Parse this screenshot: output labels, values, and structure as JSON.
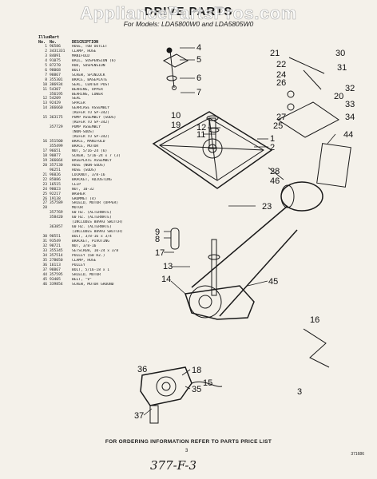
{
  "watermark": "AppliancePartsPros.com",
  "title": "DRIVE PARTS",
  "subtitle": "For Models: LDA5800W0 and LDA5805W0",
  "table": {
    "header": {
      "ill": "Illus.\nNo.",
      "part": "Part\nNo.",
      "desc": "DESCRIPTION"
    },
    "rows": [
      {
        "n": "1",
        "p": "96586",
        "d": "HOSE, TUB OUTLET"
      },
      {
        "n": "2",
        "p": "3431331",
        "d": "CLAMP, HOSE"
      },
      {
        "n": "3",
        "p": "84091",
        "d": "MANIFOLD"
      },
      {
        "n": "4",
        "p": "91075",
        "d": "BALL, SUSPENSION (6)"
      },
      {
        "n": "5",
        "p": "87270",
        "d": "ROD, SUSPENSION"
      },
      {
        "n": "6",
        "p": "98068",
        "d": "BOLT"
      },
      {
        "n": "7",
        "p": "98867",
        "d": "SCREW, SPINLOCK"
      },
      {
        "n": "8",
        "p": "355301",
        "d": "BRACE, BASEPLATE"
      },
      {
        "n": "10",
        "p": "386934",
        "d": "SEAL, CENTER POST"
      },
      {
        "n": "11",
        "p": "54307",
        "d": "BEARING, UPPER"
      },
      {
        "n": "",
        "p": "356195",
        "d": "BEARING, LOWER"
      },
      {
        "n": "12",
        "p": "54209",
        "d": "SEAL"
      },
      {
        "n": "13",
        "p": "92429",
        "d": "SPACER"
      },
      {
        "n": "14",
        "p": "366660",
        "d": "GEARCASE ASSEMBLY"
      },
      {
        "n": "",
        "p": "",
        "d": "(REFER TO SP-342)"
      },
      {
        "n": "15",
        "p": "363175",
        "d": "PUMP ASSEMBLY (SUDS)"
      },
      {
        "n": "",
        "p": "",
        "d": "(REFER TO SP-342)"
      },
      {
        "n": "",
        "p": "357729",
        "d": "PUMP ASSEMBLY"
      },
      {
        "n": "",
        "p": "",
        "d": "(NON-SUDS)"
      },
      {
        "n": "",
        "p": "",
        "d": "(REFER TO SP-342)"
      },
      {
        "n": "16",
        "p": "351500",
        "d": "BRACE, MANIFOLD"
      },
      {
        "n": "",
        "p": "355499",
        "d": "BRACE, MOTOR"
      },
      {
        "n": "17",
        "p": "96651",
        "d": "NUT, 5/16-24 (6)"
      },
      {
        "n": "18",
        "p": "90877",
        "d": "SCREW, 5/16-24 x 7 (3)"
      },
      {
        "n": "19",
        "p": "366664",
        "d": "BASEPLATE ASSEMBLY"
      },
      {
        "n": "20",
        "p": "357130",
        "d": "HOSE (NON-SUDS)"
      },
      {
        "n": "",
        "p": "96251",
        "d": "HOSE (SUDS)"
      },
      {
        "n": "21",
        "p": "96026",
        "d": "LOCKNUT, 3/8-16"
      },
      {
        "n": "22",
        "p": "85086",
        "d": "BRACKET, ADJUSTING"
      },
      {
        "n": "23",
        "p": "16515",
        "d": "CLIP"
      },
      {
        "n": "24",
        "p": "98023",
        "d": "NUT, 10-32"
      },
      {
        "n": "25",
        "p": "92217",
        "d": "WASHER"
      },
      {
        "n": "26",
        "p": "19138",
        "d": "GROMMET (4)"
      },
      {
        "n": "27",
        "p": "357589",
        "d": "SHIELD, MOTOR (UPPER)"
      },
      {
        "n": "28",
        "p": "",
        "d": "MOTOR"
      },
      {
        "n": "",
        "p": "357769",
        "d": "60 HZ. (ALTERNATE)"
      },
      {
        "n": "",
        "p": "358420",
        "d": "60 HZ. (ALTERNATE)"
      },
      {
        "n": "",
        "p": "",
        "d": "(INCLUDES 88993 SWITCH)"
      },
      {
        "n": "",
        "p": "363857",
        "d": "60 HZ. (ALTERNATE)"
      },
      {
        "n": "",
        "p": "",
        "d": "(INCLUDES 88993 SWITCH)"
      },
      {
        "n": "30",
        "p": "98551",
        "d": "BOLT, 3/8-16 x 3/4"
      },
      {
        "n": "31",
        "p": "93549",
        "d": "BRACKET, PIVOTING"
      },
      {
        "n": "32",
        "p": "98721",
        "d": "NUT, 3/8-16"
      },
      {
        "n": "33",
        "p": "355345",
        "d": "SETSCREW, 10-24 x 3/8"
      },
      {
        "n": "34",
        "p": "357514",
        "d": "PULLEY (60 HZ.)"
      },
      {
        "n": "35",
        "p": "278050",
        "d": "CLAMP, HOSE"
      },
      {
        "n": "36",
        "p": "16113",
        "d": "PULLEY"
      },
      {
        "n": "37",
        "p": "98867",
        "d": "BOLT, 5/16-18 x 1"
      },
      {
        "n": "44",
        "p": "357595",
        "d": "SHIELD, MOTOR"
      },
      {
        "n": "45",
        "p": "93405",
        "d": "BELT, \"V\""
      },
      {
        "n": "46",
        "p": "339854",
        "d": "SCREW, MOTOR GROUND"
      }
    ]
  },
  "callouts": [
    "4",
    "5",
    "6",
    "7",
    "10",
    "19",
    "12",
    "11",
    "1",
    "2",
    "9",
    "8",
    "17",
    "13",
    "14",
    "18",
    "21",
    "30",
    "22",
    "31",
    "24",
    "26",
    "32",
    "20",
    "33",
    "27",
    "34",
    "25",
    "44",
    "28",
    "46",
    "23",
    "45",
    "16",
    "36",
    "35",
    "37",
    "15",
    "3"
  ],
  "footer": "FOR ORDERING INFORMATION REFER TO PARTS PRICE LIST",
  "page_number": "3",
  "doc_number": "371686",
  "handwritten_note": "377-F-3"
}
